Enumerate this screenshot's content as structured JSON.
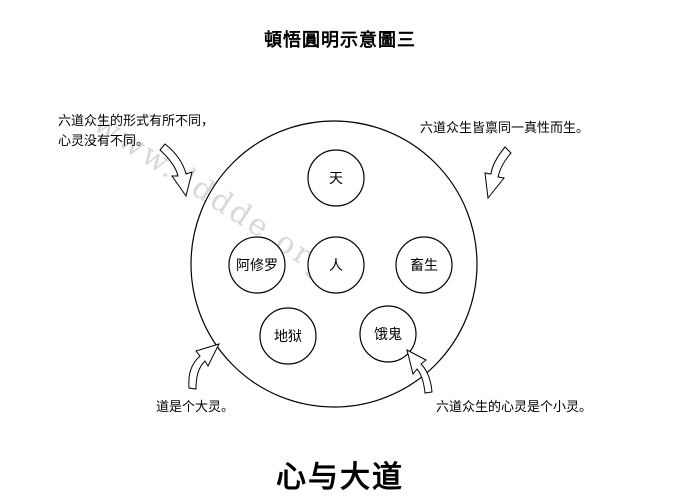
{
  "title": "頓悟圓明示意圖三",
  "watermark": "www.dddde.org",
  "notes": {
    "top_left": [
      "六道众生的形式有所不同，",
      "心灵没有不同。"
    ],
    "top_right": "六道众生皆禀同一真性而生。",
    "bottom_left": "道是个大灵。",
    "bottom_right": "六道众生的心灵是个小灵。"
  },
  "nodes": {
    "tian": "天",
    "asura": "阿修罗",
    "human": "人",
    "animal": "畜生",
    "hell": "地狱",
    "ghost": "饿鬼"
  },
  "bottom_title": "心与大道"
}
